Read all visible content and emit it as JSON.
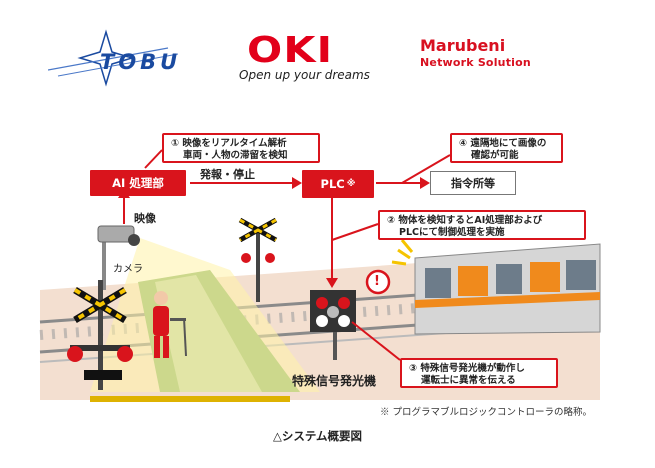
{
  "logos": {
    "tobu": "TOBU",
    "oki": "OKI",
    "oki_tagline": "Open up your dreams",
    "marubeni_line1": "Marubeni",
    "marubeni_line2": "Network Solution"
  },
  "nodes": {
    "ai": "AI 処理部",
    "plc": "PLC",
    "plc_mark": "※",
    "command": "指令所等",
    "camera": "カメラ",
    "signal": "特殊信号発光機"
  },
  "edges": {
    "ai_to_plc": "発報・停止",
    "camera_to_ai": "映像"
  },
  "notes": {
    "n1_line1": "① 映像をリアルタイム解析",
    "n1_line2": "車両・人物の滞留を検知",
    "n2_line1": "② 物体を検知するとAI処理部および",
    "n2_line2": "PLCにて制御処理を実施",
    "n3_line1": "③ 特殊信号発光機が動作し",
    "n3_line2": "運転士に異常を伝える",
    "n4_line1": "④ 遠隔地にて画像の",
    "n4_line2": "確認が可能"
  },
  "warning": "!",
  "footnote": "※ プログラマブルロジックコントローラの略称。",
  "caption": "△システム概要図",
  "colors": {
    "accent_red": "#d9141c",
    "ground": "#f3dfd0",
    "rail": "#9a9a9a",
    "crossing_green": "#8fb86b",
    "highlight": "#fff2a8",
    "train_body": "#d6d6d6",
    "train_stripe": "#f08a1c"
  }
}
